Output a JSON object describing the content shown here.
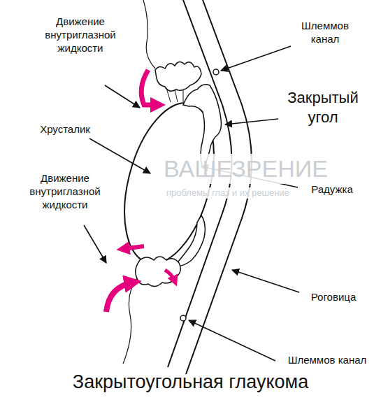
{
  "diagram": {
    "caption": "Закрытоугольная глаукома",
    "labels": [
      "Движение внутриглазной жидкости",
      "Хрусталик",
      "Движение внутриглазной жидкости",
      "Шлеммов канал",
      "Закрытый угол",
      "Радужка",
      "Роговица",
      "Шлеммов канал",
      "ВАШЕЗРЕНИЕ",
      "проблемы глаз и их решение"
    ]
  }
}
